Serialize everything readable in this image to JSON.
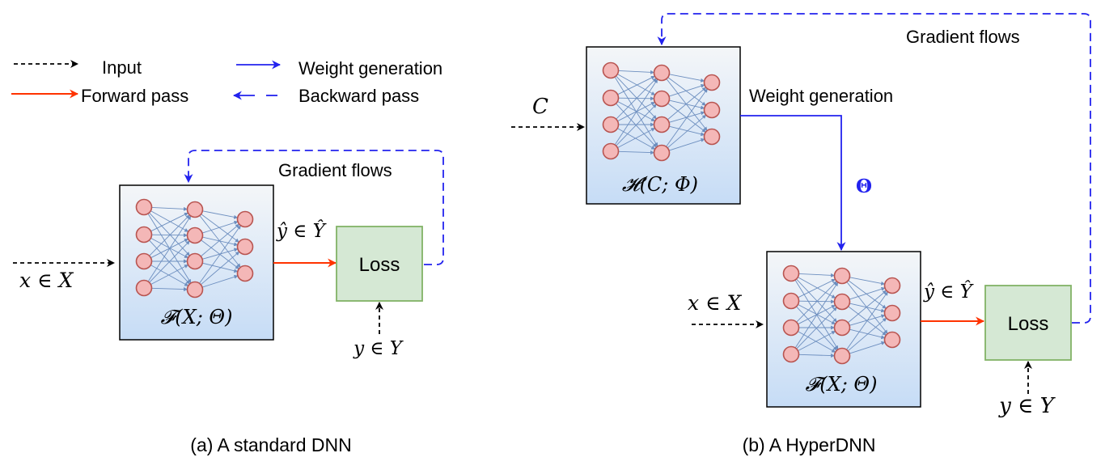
{
  "legend": {
    "input": "Input",
    "forward_pass": "Forward pass",
    "weight_generation": "Weight generation",
    "backward_pass": "Backward pass"
  },
  "standard_dnn": {
    "caption": "(a) A standard DNN",
    "network_label": "𝓕(X; Θ)",
    "input_label": "x ∈ X",
    "output_label": "ŷ ∈ Ŷ",
    "loss_label": "Loss",
    "target_label": "y ∈ Y",
    "gradient_label": "Gradient flows"
  },
  "hyper_dnn": {
    "caption": "(b) A HyperDNN",
    "hypernet_label": "𝓗(C; Φ)",
    "context_label": "C",
    "weight_generation_label": "Weight generation",
    "theta_label": "Θ",
    "network_label": "𝓕(X; Θ)",
    "input_label": "x ∈ X",
    "output_label": "ŷ ∈ Ŷ",
    "loss_label": "Loss",
    "target_label": "y ∈ Y",
    "gradient_label": "Gradient flows"
  },
  "colors": {
    "input_arrow": "#000000",
    "forward_arrow": "#ff3300",
    "weight_arrow": "#2222ee",
    "backward_arrow": "#2222ee",
    "neuron_fill": "#f4b7b7",
    "neuron_stroke": "#b85450",
    "network_box_top": "#f4f6f8",
    "network_box_bottom": "#c6dcf6",
    "loss_fill": "#d5e8d4",
    "loss_stroke": "#82b366",
    "edge": "#6c8ebf"
  }
}
